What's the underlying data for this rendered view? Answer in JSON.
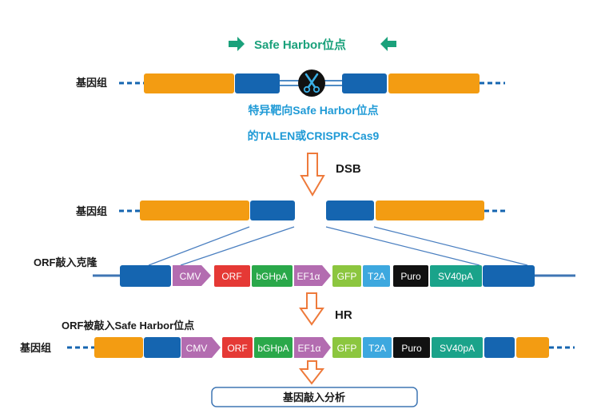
{
  "colors": {
    "teal": "#1aa17b",
    "blue_text": "#1f9ad6",
    "orange": "#f39c12",
    "dark_blue": "#1565b0",
    "line_blue": "#3f76b4",
    "arrow_orange": "#ee7a3b",
    "cmv": "#b36cb0",
    "orf": "#e53935",
    "bghpa": "#2aa84a",
    "ef1a": "#b36cb0",
    "gfp": "#8cc63f",
    "t2a": "#3da8df",
    "puro": "#111111",
    "sv40pa": "#1aa38a"
  },
  "icons": {
    "left_arrow": "right-arrow-icon",
    "right_arrow": "left-arrow-icon",
    "nuclease": "scissors-icon"
  },
  "title": "Safe Harbor位点",
  "genome_label": "基因组",
  "nuclease_text_line1": "特异靶向Safe Harbor位点",
  "nuclease_text_line2": "的TALEN或CRISPR-Cas9",
  "dsb_label": "DSB",
  "donor_label": "ORF敲入克隆",
  "hr_label": "HR",
  "result_label": "ORF被敲入Safe Harbor位点",
  "final_box_label": "基因敲入分析",
  "cassette": {
    "cmv": "CMV",
    "orf": "ORF",
    "bghpa": "bGHpA",
    "ef1a": "EF1α",
    "gfp": "GFP",
    "t2a": "T2A",
    "puro": "Puro",
    "sv40pa": "SV40pA"
  }
}
